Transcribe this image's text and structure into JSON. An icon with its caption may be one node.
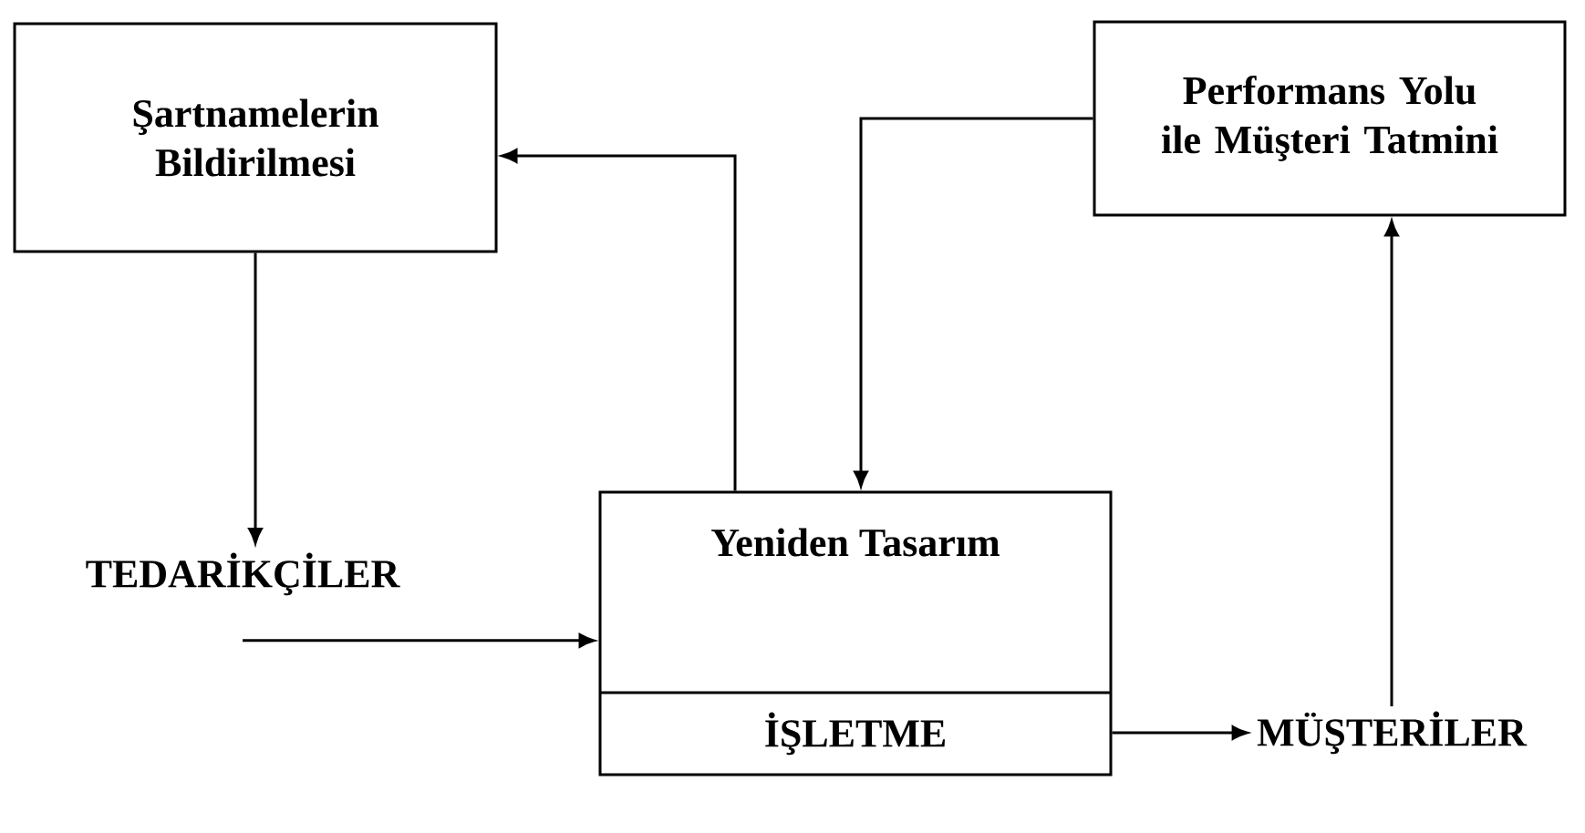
{
  "diagram": {
    "nodes": [
      {
        "text": [
          "Şartnamelerin Bildirilmesi"
        ]
      },
      {
        "text": [
          "Performans Yolu ile Müşteri Tatmini"
        ]
      },
      {
        "text": [
          "Yeniden Tasarım",
          "İŞLETME"
        ]
      },
      {
        "text": [
          "TEDARİKÇİLER"
        ]
      },
      {
        "text": [
          "MÜŞTERİLER"
        ]
      }
    ],
    "edges": [
      {
        "from": 0,
        "to": 3,
        "arrow": "to"
      },
      {
        "from": 2,
        "to": 0,
        "arrow": "to"
      },
      {
        "from": 1,
        "to": 2,
        "arrow": "to"
      },
      {
        "from": 4,
        "to": 1,
        "arrow": "to"
      },
      {
        "from": 3,
        "to": 2,
        "arrow": "to"
      },
      {
        "from": 2,
        "to": 4,
        "arrow": "to"
      }
    ]
  }
}
